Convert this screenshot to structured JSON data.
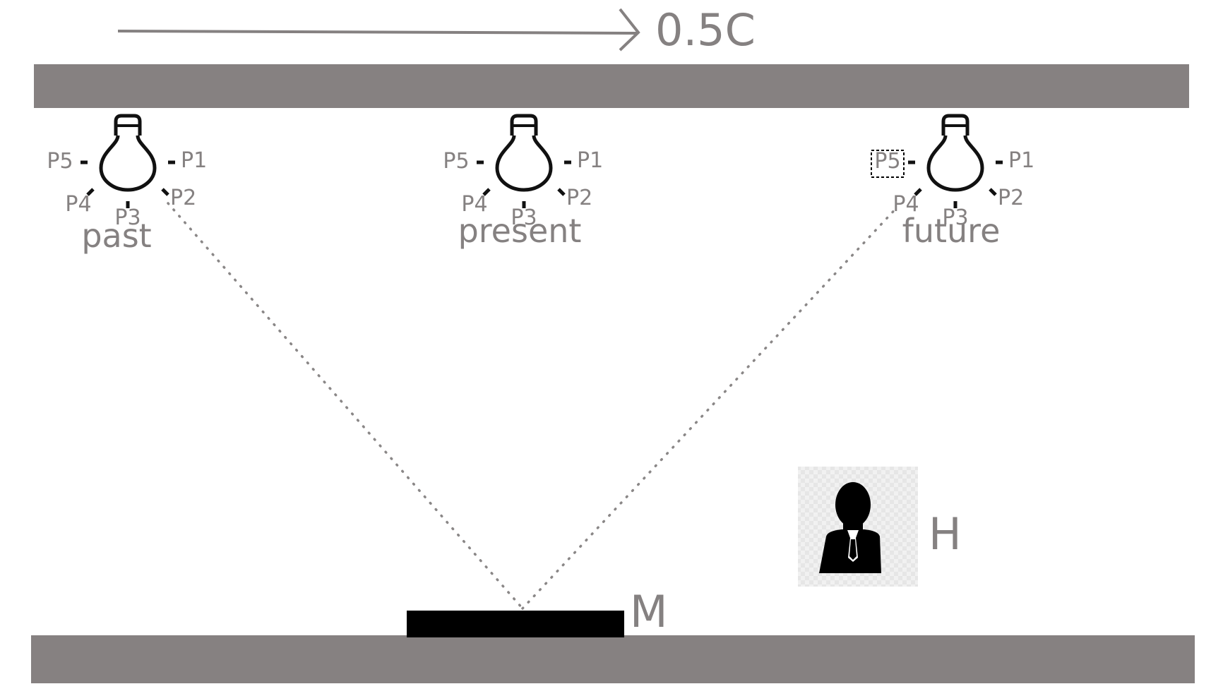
{
  "speed_label": "0.5C",
  "colors": {
    "bar": "#868181",
    "label": "#858181",
    "ink": "#111111",
    "mirror": "#000000"
  },
  "bulbs": [
    {
      "id": "past",
      "label": "past",
      "ports": [
        "P1",
        "P2",
        "P3",
        "P4",
        "P5"
      ]
    },
    {
      "id": "present",
      "label": "present",
      "ports": [
        "P1",
        "P2",
        "P3",
        "P4",
        "P5"
      ]
    },
    {
      "id": "future",
      "label": "future",
      "ports": [
        "P1",
        "P2",
        "P3",
        "P4",
        "P5"
      ],
      "selected_port": "P5"
    }
  ],
  "mirror_label": "M",
  "observer_label": "H",
  "icons": {
    "bulb": "lightbulb-icon",
    "observer": "person-icon",
    "arrow": "arrow-right-icon"
  }
}
